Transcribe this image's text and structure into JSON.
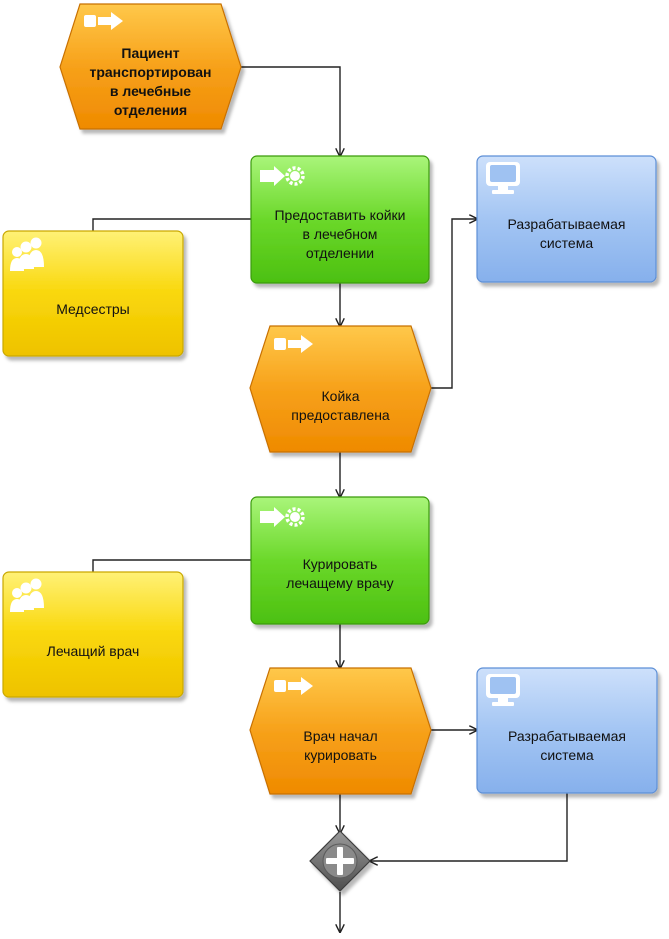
{
  "colors": {
    "event": "#f79a0b",
    "function": "#5fd01a",
    "role": "#f5cc00",
    "system": "#8fb8ef",
    "connector": "#6b6b6b",
    "edge": "#222222"
  },
  "icons": {
    "event": "event-arrow-icon",
    "function": "function-gear-arrow-icon",
    "role": "people-group-icon",
    "system": "monitor-icon",
    "connector": "and-plus-icon"
  },
  "nodes": {
    "event_transported": {
      "label": "Пациент\nтранспортирован\nв лечебные\nотделения"
    },
    "function_provide_beds": {
      "label": "Предоставить койки\nв лечебном\nотделении"
    },
    "role_nurses": {
      "label": "Медсестры"
    },
    "system_1": {
      "label": "Разрабатываемая\nсистема"
    },
    "event_bed_provided": {
      "label": "Койка\nпредоставлена"
    },
    "function_curate": {
      "label": "Курировать\nлечащему врачу"
    },
    "role_doctor": {
      "label": "Лечащий врач"
    },
    "event_doctor_started": {
      "label": "Врач начал\nкурировать"
    },
    "system_2": {
      "label": "Разрабатываемая\nсистема"
    }
  }
}
